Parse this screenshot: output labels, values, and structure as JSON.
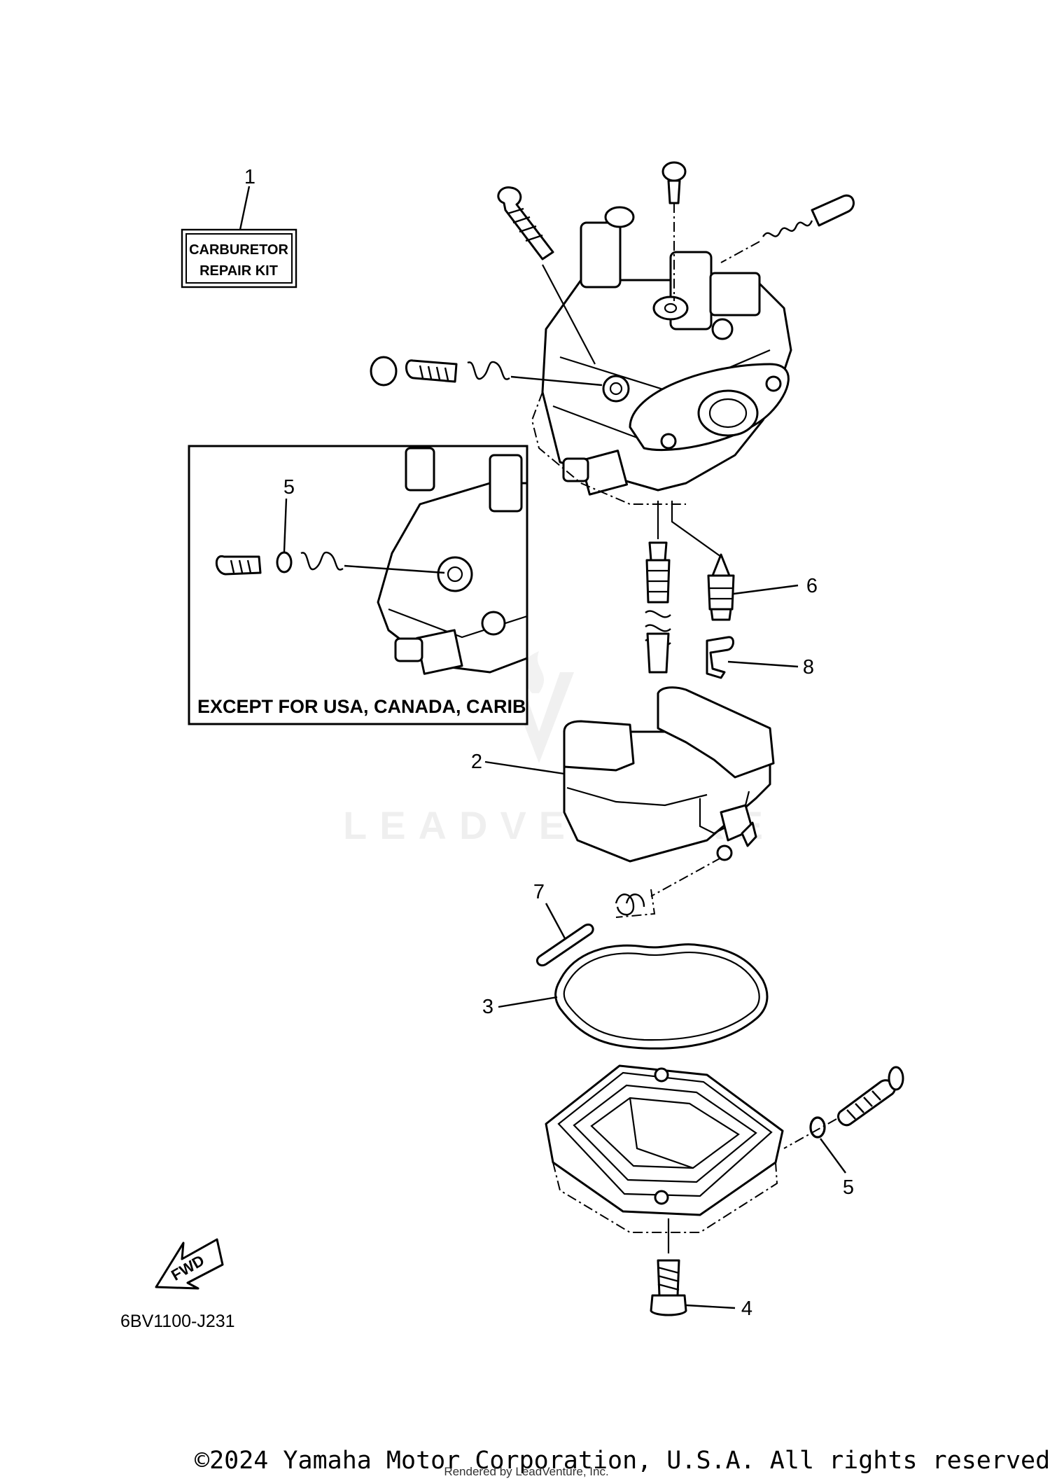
{
  "diagram": {
    "part_labels": [
      "1",
      "2",
      "3",
      "4",
      "5",
      "5",
      "6",
      "7",
      "8"
    ],
    "kit_box": {
      "line1": "CARBURETOR",
      "line2": "REPAIR  KIT"
    },
    "inset_caption": "EXCEPT FOR USA, CANADA, CARIB",
    "fwd_label": "FWD",
    "diagram_code": "6BV1100-J231",
    "watermark": "LEADVENTURE",
    "copyright": "©2024 Yamaha Motor Corporation, U.S.A. All rights reserved.",
    "rendered_by": "Rendered by LeadVenture, Inc."
  }
}
